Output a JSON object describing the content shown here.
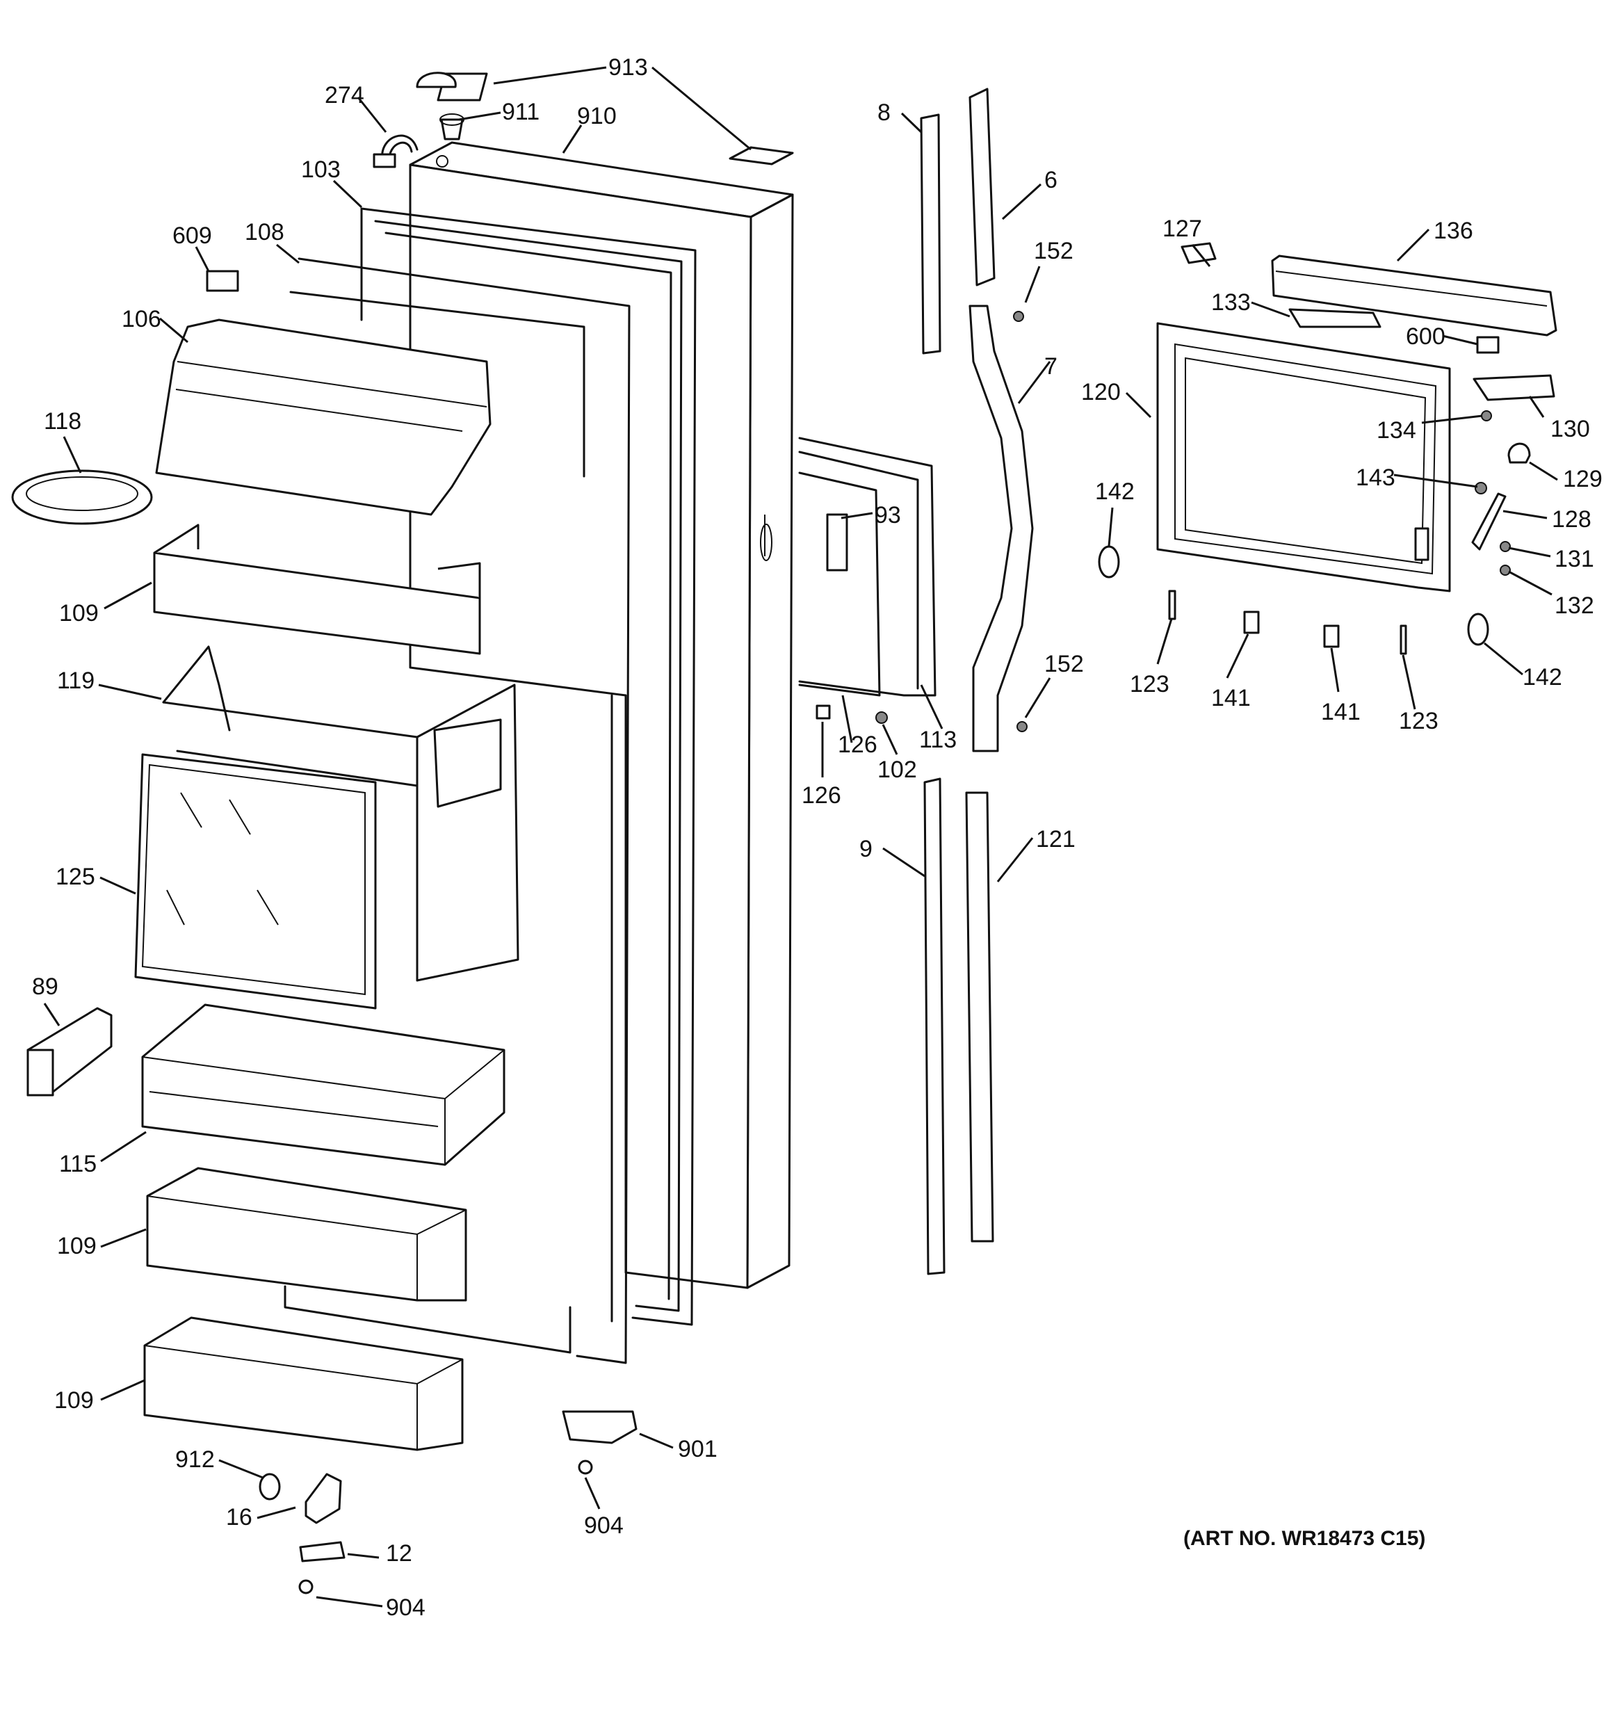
{
  "art_number": "(ART NO. WR18473 C15)",
  "callouts": [
    {
      "id": "913a",
      "text": "913"
    },
    {
      "id": "911",
      "text": "911"
    },
    {
      "id": "274",
      "text": "274"
    },
    {
      "id": "910",
      "text": "910"
    },
    {
      "id": "103",
      "text": "103"
    },
    {
      "id": "609",
      "text": "609"
    },
    {
      "id": "108",
      "text": "108"
    },
    {
      "id": "106",
      "text": "106"
    },
    {
      "id": "118",
      "text": "118"
    },
    {
      "id": "109a",
      "text": "109"
    },
    {
      "id": "119",
      "text": "119"
    },
    {
      "id": "125",
      "text": "125"
    },
    {
      "id": "89",
      "text": "89"
    },
    {
      "id": "115",
      "text": "115"
    },
    {
      "id": "109b",
      "text": "109"
    },
    {
      "id": "109c",
      "text": "109"
    },
    {
      "id": "912",
      "text": "912"
    },
    {
      "id": "16",
      "text": "16"
    },
    {
      "id": "12",
      "text": "12"
    },
    {
      "id": "904a",
      "text": "904"
    },
    {
      "id": "901",
      "text": "901"
    },
    {
      "id": "904b",
      "text": "904"
    },
    {
      "id": "8",
      "text": "8"
    },
    {
      "id": "6",
      "text": "6"
    },
    {
      "id": "152a",
      "text": "152"
    },
    {
      "id": "7",
      "text": "7"
    },
    {
      "id": "93",
      "text": "93"
    },
    {
      "id": "152b",
      "text": "152"
    },
    {
      "id": "113",
      "text": "113"
    },
    {
      "id": "126a",
      "text": "126"
    },
    {
      "id": "102",
      "text": "102"
    },
    {
      "id": "126b",
      "text": "126"
    },
    {
      "id": "9",
      "text": "9"
    },
    {
      "id": "121",
      "text": "121"
    },
    {
      "id": "127",
      "text": "127"
    },
    {
      "id": "136",
      "text": "136"
    },
    {
      "id": "133",
      "text": "133"
    },
    {
      "id": "600",
      "text": "600"
    },
    {
      "id": "120",
      "text": "120"
    },
    {
      "id": "130",
      "text": "130"
    },
    {
      "id": "134",
      "text": "134"
    },
    {
      "id": "129",
      "text": "129"
    },
    {
      "id": "142a",
      "text": "142"
    },
    {
      "id": "143",
      "text": "143"
    },
    {
      "id": "128",
      "text": "128"
    },
    {
      "id": "131",
      "text": "131"
    },
    {
      "id": "132",
      "text": "132"
    },
    {
      "id": "123a",
      "text": "123"
    },
    {
      "id": "141a",
      "text": "141"
    },
    {
      "id": "141b",
      "text": "141"
    },
    {
      "id": "123b",
      "text": "123"
    },
    {
      "id": "142b",
      "text": "142"
    }
  ]
}
